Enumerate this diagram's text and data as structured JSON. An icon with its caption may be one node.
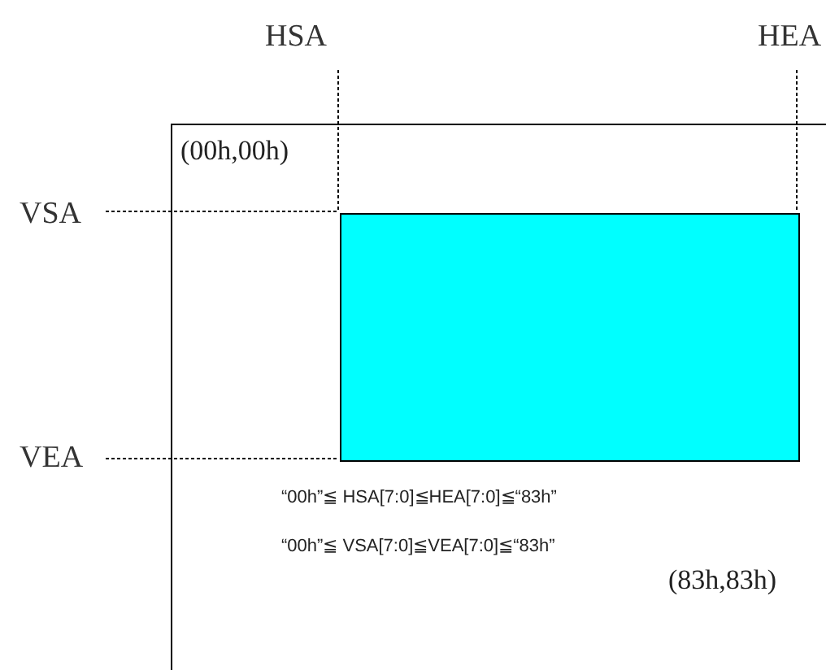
{
  "diagram": {
    "nodes": [
      {
        "text": [
          "(00h,00h)",
          "“00h”≦ HSA[7:0]≦HEA[7:0]≦“83h”",
          "“00h”≦ VSA[7:0]≦VEA[7:0]≦“83h”",
          "(83h,83h)"
        ]
      },
      {
        "text": [],
        "shape": "box",
        "in": 0
      }
    ],
    "labels": [
      "HSA",
      "HEA",
      "VSA",
      "VEA"
    ]
  }
}
